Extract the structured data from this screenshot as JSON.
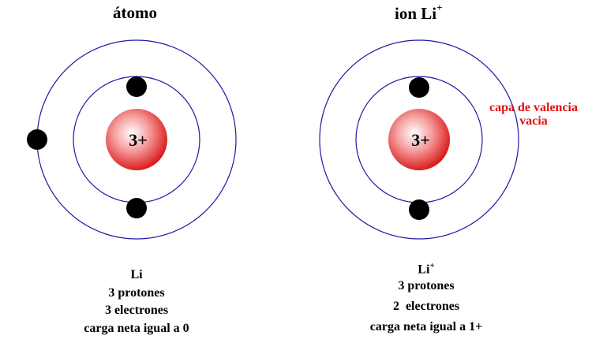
{
  "atom": {
    "title": "átomo",
    "nucleus_charge": "3+",
    "symbol": "Li",
    "protons": "3 protones",
    "electrons": "3 electrones",
    "net_charge": "carga neta igual a 0"
  },
  "ion": {
    "title_base": "ion Li",
    "title_superscript": "+",
    "nucleus_charge": "3+",
    "symbol_base": "Li",
    "symbol_superscript": "+",
    "protons": "3 protones",
    "electrons": "2  electrones",
    "net_charge": "carga neta igual a 1+",
    "valence_note_line1": "capa de valencia",
    "valence_note_line2": "vacia"
  },
  "colors": {
    "orbit": "#1a1aa6",
    "electron": "#000000",
    "nucleus_core": "#ffffff",
    "nucleus_edge": "#d81818",
    "callout": "#e01010"
  }
}
